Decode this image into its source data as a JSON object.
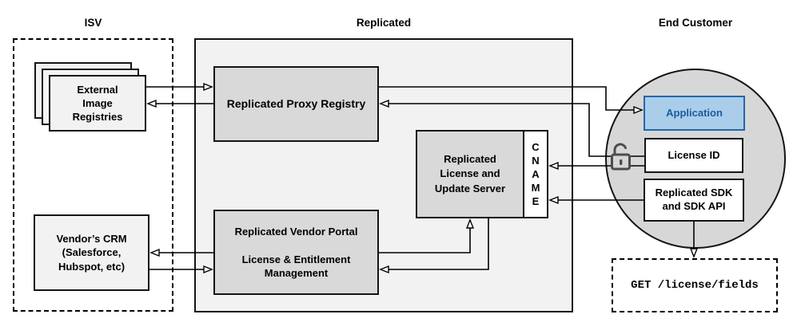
{
  "colors": {
    "line": "#000000",
    "box_border": "#141414",
    "gray_fill": "#d9d9d9",
    "light_fill": "#f2f2f2",
    "circle_fill": "#d7d7d7",
    "white_fill": "#ffffff",
    "app_fill": "#aacdea",
    "app_border": "#2268a8",
    "app_text": "#1a5c9e",
    "lock_color": "#4d4d4d"
  },
  "sections": {
    "isv": {
      "label": "ISV"
    },
    "replicated": {
      "label": "Replicated"
    },
    "end_customer": {
      "label": "End Customer"
    }
  },
  "nodes": {
    "external_registries": {
      "label": "External\nImage\nRegistries"
    },
    "vendor_crm": {
      "label": "Vendor’s CRM\n(Salesforce,\nHubspot, etc)"
    },
    "proxy_registry": {
      "label": "Replicated Proxy Registry"
    },
    "license_update_server": {
      "label": "Replicated\nLicense and\nUpdate Server"
    },
    "cname": {
      "label": "C\nN\nA\nM\nE"
    },
    "vendor_portal": {
      "label": "Replicated Vendor Portal\n\nLicense & Entitlement\nManagement"
    },
    "application": {
      "label": "Application"
    },
    "license_id": {
      "label": "License ID"
    },
    "replicated_sdk": {
      "label": "Replicated SDK\nand SDK API"
    },
    "api_request": {
      "label": "GET /license/fields"
    }
  },
  "icons": {
    "unlocked_padlock": "unlocked-padlock-icon"
  }
}
